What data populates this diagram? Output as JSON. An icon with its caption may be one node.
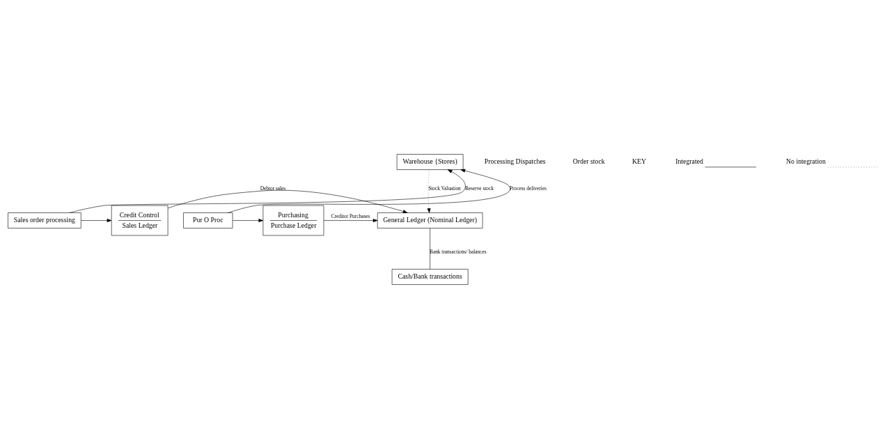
{
  "diagram": {
    "nodes": [
      {
        "text": [
          "Warehouse {Stores)"
        ]
      },
      {
        "text": [
          "Sales order processing"
        ]
      },
      {
        "text": [
          "Credit Control",
          "Sales Ledger"
        ]
      },
      {
        "text": [
          "General Ledger (Nominal Ledger)"
        ]
      },
      {
        "text": [
          "Purchasing",
          "Purchase Ledger"
        ]
      },
      {
        "text": [
          "Pur O Proc"
        ]
      },
      {
        "text": [
          "Cash/Bank transactions"
        ]
      }
    ],
    "edges": [
      {
        "from": 1,
        "to": 0,
        "arrow": "to",
        "label": "Reserve stock"
      },
      {
        "from": 5,
        "to": 0,
        "arrow": "to",
        "label": "Process deliveries"
      },
      {
        "from": 0,
        "to": 3,
        "arrow": "to",
        "label": "Stock Valuation",
        "style": "dashed"
      },
      {
        "from": 1,
        "to": 2,
        "arrow": "to"
      },
      {
        "from": 2,
        "to": 3,
        "arrow": "to",
        "label": "Debtor sales"
      },
      {
        "from": 4,
        "to": 3,
        "arrow": "to",
        "label": "Creditor Purchases"
      },
      {
        "from": 5,
        "to": 4,
        "arrow": "to"
      },
      {
        "from": 3,
        "to": 6,
        "arrow": "none",
        "label": "Bank transactions/ balances"
      }
    ],
    "labels": [
      "Processing Dispatches",
      "Order stock",
      "KEY"
    ],
    "legend": [
      {
        "text": "Integrated"
      },
      {
        "text": "No integration"
      }
    ]
  }
}
